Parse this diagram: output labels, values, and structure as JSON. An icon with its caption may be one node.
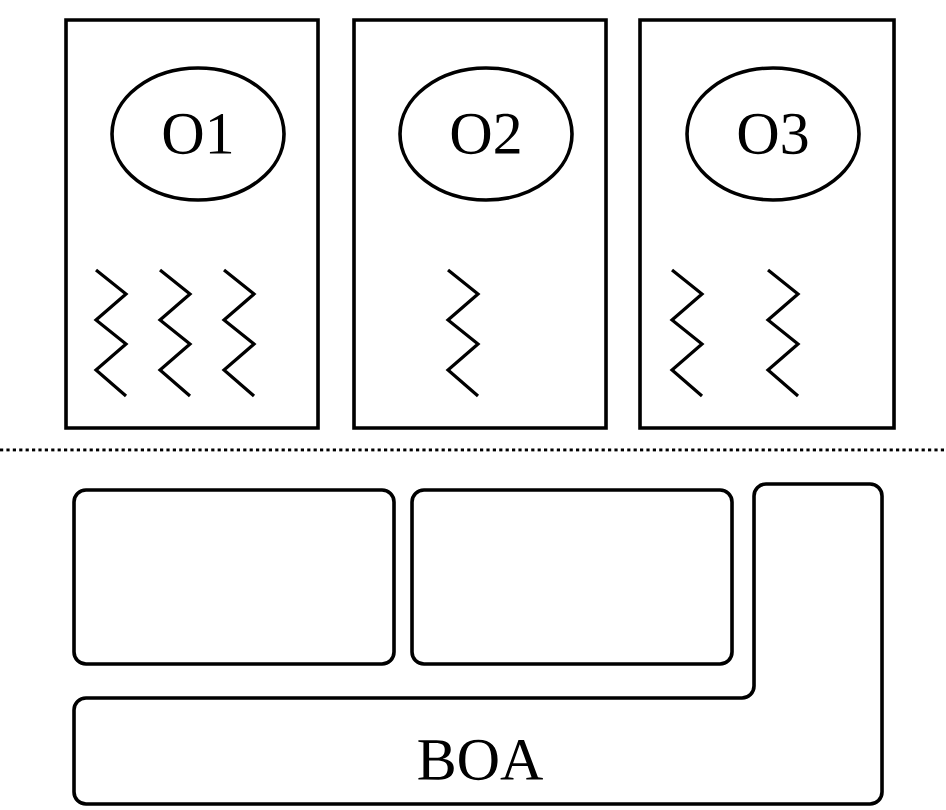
{
  "diagram": {
    "nodes": [
      {
        "text": [],
        "shape": "box"
      },
      {
        "text": [
          "O1"
        ],
        "in": 0
      },
      {
        "text": [],
        "shape": "box"
      },
      {
        "text": [
          "O2"
        ],
        "in": 2
      },
      {
        "text": [],
        "shape": "box"
      },
      {
        "text": [
          "O3"
        ],
        "in": 4
      },
      {
        "text": [],
        "shape": "box"
      },
      {
        "text": [],
        "shape": "box"
      },
      {
        "text": [
          "BOA"
        ]
      }
    ]
  }
}
